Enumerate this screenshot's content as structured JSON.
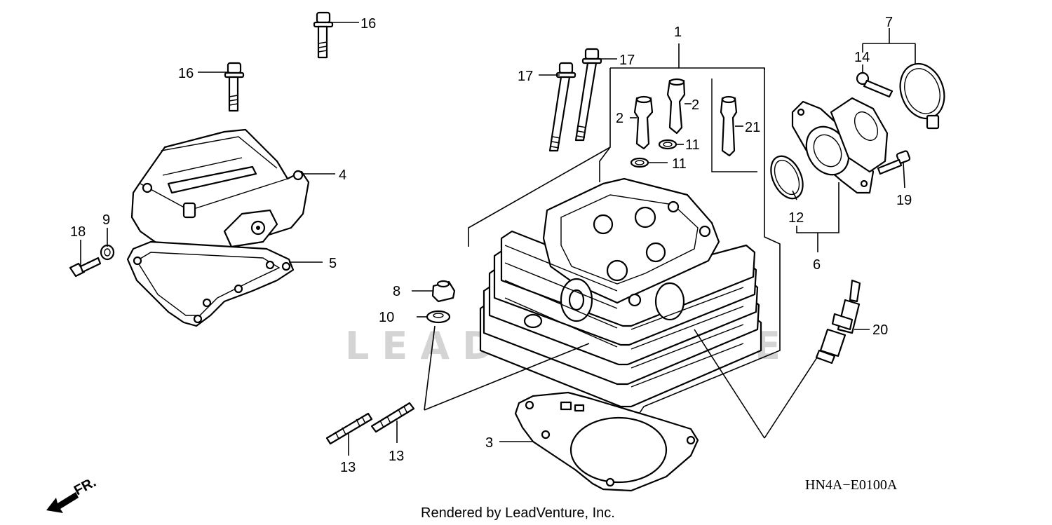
{
  "diagram": {
    "watermark": "LEADVENTURE",
    "reference_code": "HN4A−E0100A",
    "credit": "Rendered by LeadVenture, Inc.",
    "direction_marker": "FR.",
    "callouts": [
      {
        "id": "c1",
        "number": "1",
        "part": "cylinder-head-assembly"
      },
      {
        "id": "c2a",
        "number": "2",
        "part": "valve-guide"
      },
      {
        "id": "c2b",
        "number": "2",
        "part": "valve-guide"
      },
      {
        "id": "c3",
        "number": "3",
        "part": "cylinder-head-gasket"
      },
      {
        "id": "c4",
        "number": "4",
        "part": "cylinder-head-cover"
      },
      {
        "id": "c5",
        "number": "5",
        "part": "cover-gasket"
      },
      {
        "id": "c6",
        "number": "6",
        "part": "insulator-assembly"
      },
      {
        "id": "c7",
        "number": "7",
        "part": "insulator-band"
      },
      {
        "id": "c8",
        "number": "8",
        "part": "cap-nut"
      },
      {
        "id": "c9",
        "number": "9",
        "part": "sealing-washer"
      },
      {
        "id": "c10",
        "number": "10",
        "part": "washer"
      },
      {
        "id": "c11a",
        "number": "11",
        "part": "clip-ring"
      },
      {
        "id": "c11b",
        "number": "11",
        "part": "clip-ring"
      },
      {
        "id": "c12",
        "number": "12",
        "part": "o-ring"
      },
      {
        "id": "c13a",
        "number": "13",
        "part": "stud-bolt"
      },
      {
        "id": "c13b",
        "number": "13",
        "part": "stud-bolt"
      },
      {
        "id": "c14",
        "number": "14",
        "part": "band-screw"
      },
      {
        "id": "c16a",
        "number": "16",
        "part": "flange-bolt"
      },
      {
        "id": "c16b",
        "number": "16",
        "part": "flange-bolt"
      },
      {
        "id": "c17a",
        "number": "17",
        "part": "long-bolt"
      },
      {
        "id": "c17b",
        "number": "17",
        "part": "long-bolt"
      },
      {
        "id": "c18",
        "number": "18",
        "part": "cover-bolt"
      },
      {
        "id": "c19",
        "number": "19",
        "part": "insulator-bolt"
      },
      {
        "id": "c20",
        "number": "20",
        "part": "spark-plug"
      },
      {
        "id": "c21",
        "number": "21",
        "part": "valve-guide-oversize"
      }
    ]
  }
}
